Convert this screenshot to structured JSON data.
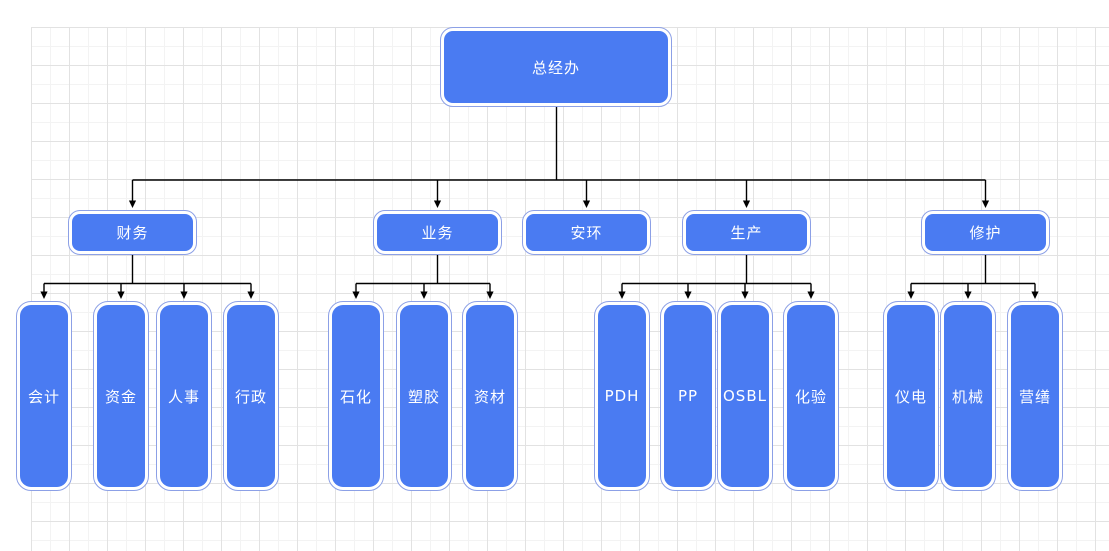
{
  "diagram": {
    "type": "org-chart",
    "root": {
      "label": "总经办"
    },
    "departments": [
      {
        "label": "财务",
        "children": [
          {
            "label": "会计"
          },
          {
            "label": "资金"
          },
          {
            "label": "人事"
          },
          {
            "label": "行政"
          }
        ]
      },
      {
        "label": "业务",
        "children": [
          {
            "label": "石化"
          },
          {
            "label": "塑胶"
          },
          {
            "label": "资材"
          }
        ]
      },
      {
        "label": "安环",
        "children": []
      },
      {
        "label": "生产",
        "children": [
          {
            "label": "PDH"
          },
          {
            "label": "PP"
          },
          {
            "label": "OSBL"
          },
          {
            "label": "化验"
          }
        ]
      },
      {
        "label": "修护",
        "children": [
          {
            "label": "仪电"
          },
          {
            "label": "机械"
          },
          {
            "label": "营缮"
          }
        ]
      }
    ],
    "colors": {
      "node_fill": "#4A7BF2",
      "node_border": "#8CA0E6",
      "node_text": "#FFFFFF",
      "connector": "#000000",
      "grid_minor": "#F3F3F3",
      "grid_major": "#E2E2E2",
      "background": "#FFFFFF"
    }
  }
}
